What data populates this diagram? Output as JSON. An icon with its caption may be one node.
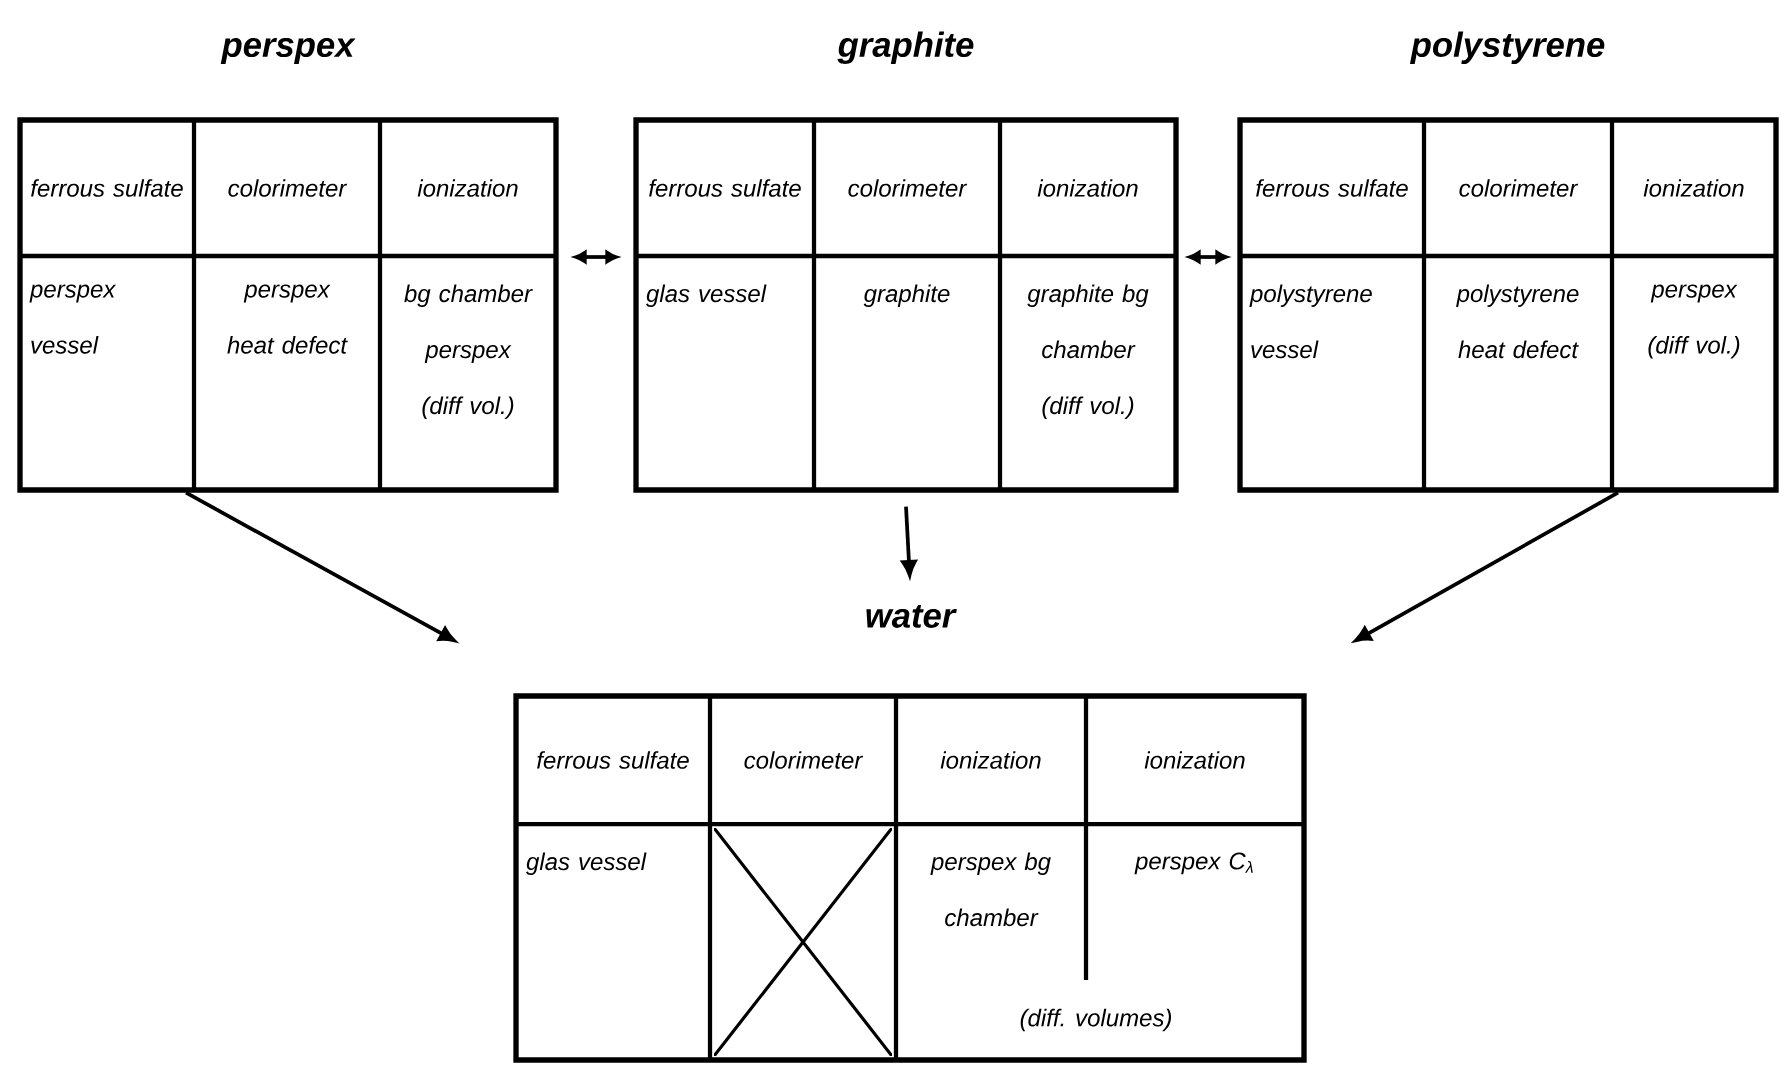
{
  "diagram": {
    "nodes": [
      {
        "text": [
          "perspex"
        ]
      },
      {
        "text": [
          "ferrous sulfate"
        ],
        "in": 0
      },
      {
        "text": [
          "colorimeter"
        ],
        "in": 0
      },
      {
        "text": [
          "ionization"
        ],
        "in": 0
      },
      {
        "text": [
          "perspex vessel"
        ],
        "in": 0
      },
      {
        "text": [
          "perspex heat defect"
        ],
        "in": 0
      },
      {
        "text": [
          "bg chamber perspex (diff vol.)"
        ],
        "in": 0
      },
      {
        "text": [
          "graphite"
        ]
      },
      {
        "text": [
          "ferrous sulfate"
        ],
        "in": 7
      },
      {
        "text": [
          "colorimeter"
        ],
        "in": 7
      },
      {
        "text": [
          "ionization"
        ],
        "in": 7
      },
      {
        "text": [
          "glas vessel"
        ],
        "in": 7
      },
      {
        "text": [
          "graphite"
        ],
        "in": 7
      },
      {
        "text": [
          "graphite bg chamber (diff vol.)"
        ],
        "in": 7
      },
      {
        "text": [
          "polystyrene"
        ]
      },
      {
        "text": [
          "ferrous sulfate"
        ],
        "in": 14
      },
      {
        "text": [
          "colorimeter"
        ],
        "in": 14
      },
      {
        "text": [
          "ionization"
        ],
        "in": 14
      },
      {
        "text": [
          "polystyrene vessel"
        ],
        "in": 14
      },
      {
        "text": [
          "polystyrene heat defect"
        ],
        "in": 14
      },
      {
        "text": [
          "perspex (diff vol.)"
        ],
        "in": 14
      },
      {
        "text": [
          "water"
        ]
      },
      {
        "text": [
          "ferrous sulfate"
        ],
        "in": 21
      },
      {
        "text": [
          "colorimeter"
        ],
        "in": 21
      },
      {
        "text": [
          "ionization"
        ],
        "in": 21
      },
      {
        "text": [
          "ionization"
        ],
        "in": 21
      },
      {
        "text": [
          "glas vessel"
        ],
        "in": 21
      },
      {
        "text": [],
        "shape": "box",
        "in": 21
      },
      {
        "text": [
          "perspex bg chamber"
        ],
        "in": 21
      },
      {
        "text": [
          "perspex C$_{λ}$"
        ],
        "in": 21
      }
    ],
    "edges": [
      {
        "from": 0,
        "to": 7,
        "arrow": "both"
      },
      {
        "from": 7,
        "to": 14,
        "arrow": "both"
      },
      {
        "from": 0,
        "to": 21,
        "arrow": "to"
      },
      {
        "from": 7,
        "to": 21,
        "arrow": "to"
      },
      {
        "from": 14,
        "to": 21,
        "arrow": "to"
      }
    ],
    "labels": [
      "(diff. volumes)"
    ]
  }
}
